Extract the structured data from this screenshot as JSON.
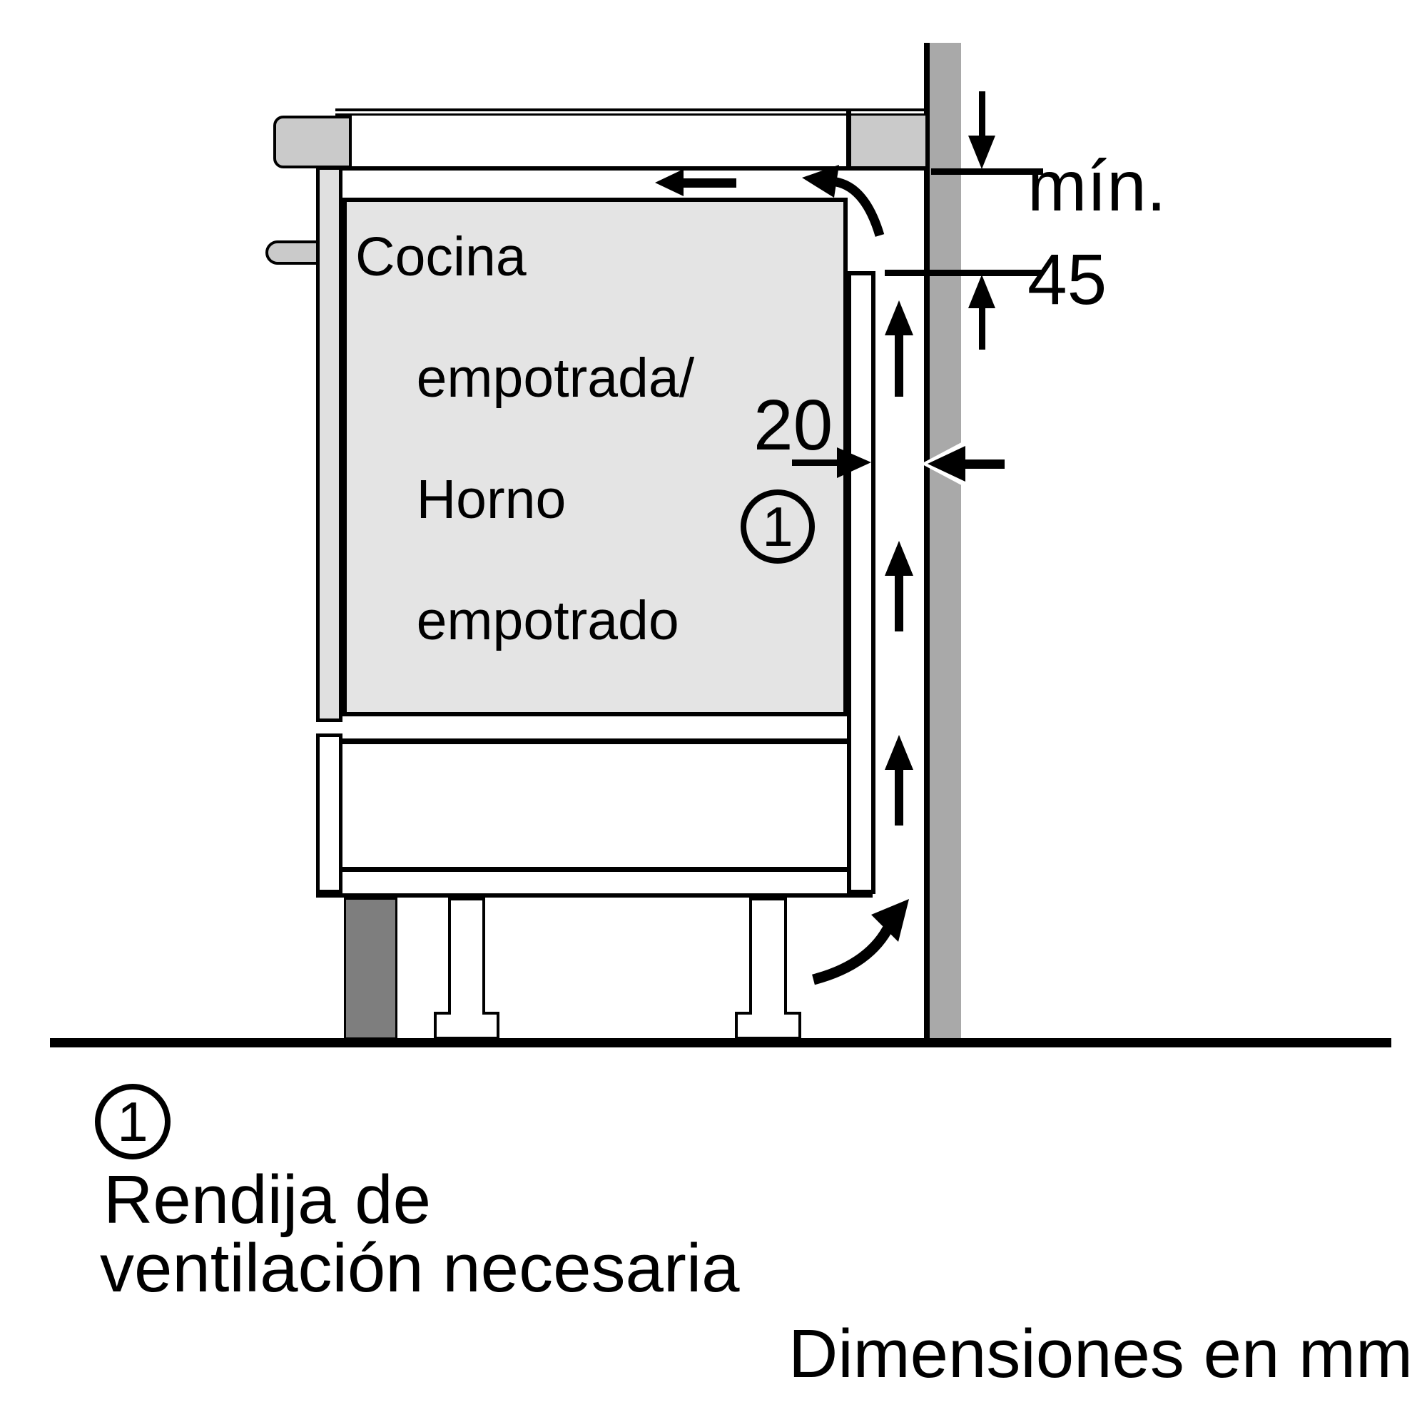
{
  "diagram": {
    "cabinet_label_lines": [
      "Cocina",
      "empotrada/",
      "Horno",
      "empotrado"
    ],
    "dim_min_label": "mín.",
    "dim_min_value": "45",
    "dim_gap_value": "20",
    "callout_number": "1"
  },
  "legend": {
    "callout_number": "1",
    "line1": "Rendija de",
    "line2": "ventilación necesaria"
  },
  "footer": {
    "units_note": "Dimensiones en mm"
  },
  "colors": {
    "line": "#000000",
    "bg": "#ffffff",
    "oven": "#e4e4e4",
    "door": "#e0e0e0",
    "trim": "#cacaca",
    "wall": "#a9a9a9",
    "leg": "#7e7e7e"
  }
}
